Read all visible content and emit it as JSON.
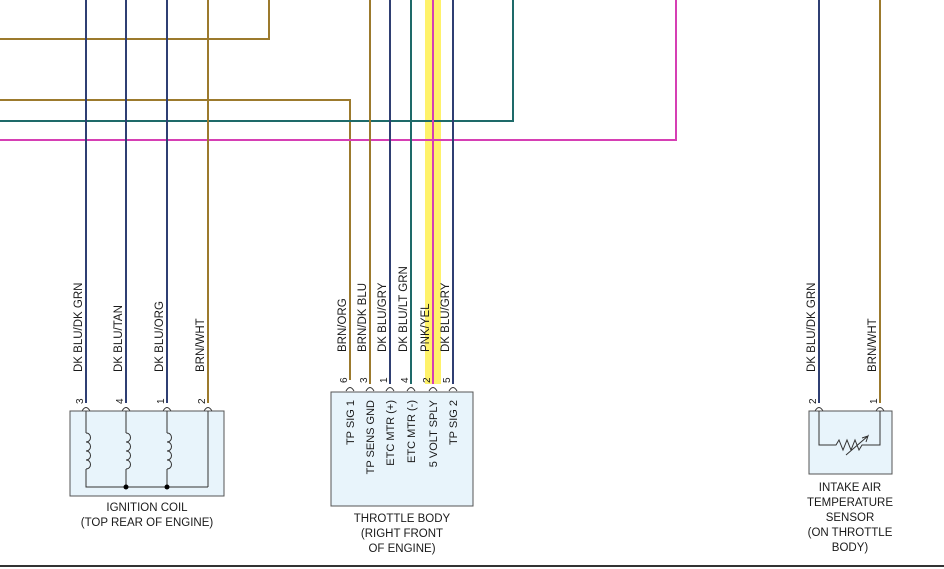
{
  "colors": {
    "tan": "#9c7a2d",
    "dark_blue": "#2f3f73",
    "teal": "#1e6a69",
    "magenta": "#d63fb4",
    "pink_yellow_highlight": "#fff26a",
    "component_fill": "#e8f4fb"
  },
  "ignition_coil": {
    "wires": [
      {
        "label": "DK BLU/DK GRN",
        "pin": "3"
      },
      {
        "label": "DK BLU/TAN",
        "pin": "4"
      },
      {
        "label": "DK BLU/ORG",
        "pin": "1"
      },
      {
        "label": "BRN/WHT",
        "pin": "2"
      }
    ],
    "caption": [
      "IGNITION COIL",
      "(TOP REAR OF ENGINE)"
    ]
  },
  "throttle_body": {
    "wires": [
      {
        "label": "BRN/ORG",
        "pin": "6",
        "signal": "TP SIG 1"
      },
      {
        "label": "BRN/DK BLU",
        "pin": "3",
        "signal": "TP SENS GND"
      },
      {
        "label": "DK BLU/GRY",
        "pin": "1",
        "signal": "ETC MTR (+)"
      },
      {
        "label": "DK BLU/LT GRN",
        "pin": "4",
        "signal": "ETC MTR (-)"
      },
      {
        "label": "PNK/YEL",
        "pin": "2",
        "signal": "5 VOLT SPLY"
      },
      {
        "label": "DK BLU/GRY",
        "pin": "5",
        "signal": "TP SIG 2"
      }
    ],
    "caption": [
      "THROTTLE BODY",
      "(RIGHT FRONT",
      "OF ENGINE)"
    ]
  },
  "intake_air_temp_sensor": {
    "wires": [
      {
        "label": "DK BLU/DK GRN",
        "pin": "2"
      },
      {
        "label": "BRN/WHT",
        "pin": "1"
      }
    ],
    "caption": [
      "INTAKE AIR",
      "TEMPERATURE",
      "SENSOR",
      "(ON THROTTLE",
      "BODY)"
    ]
  }
}
